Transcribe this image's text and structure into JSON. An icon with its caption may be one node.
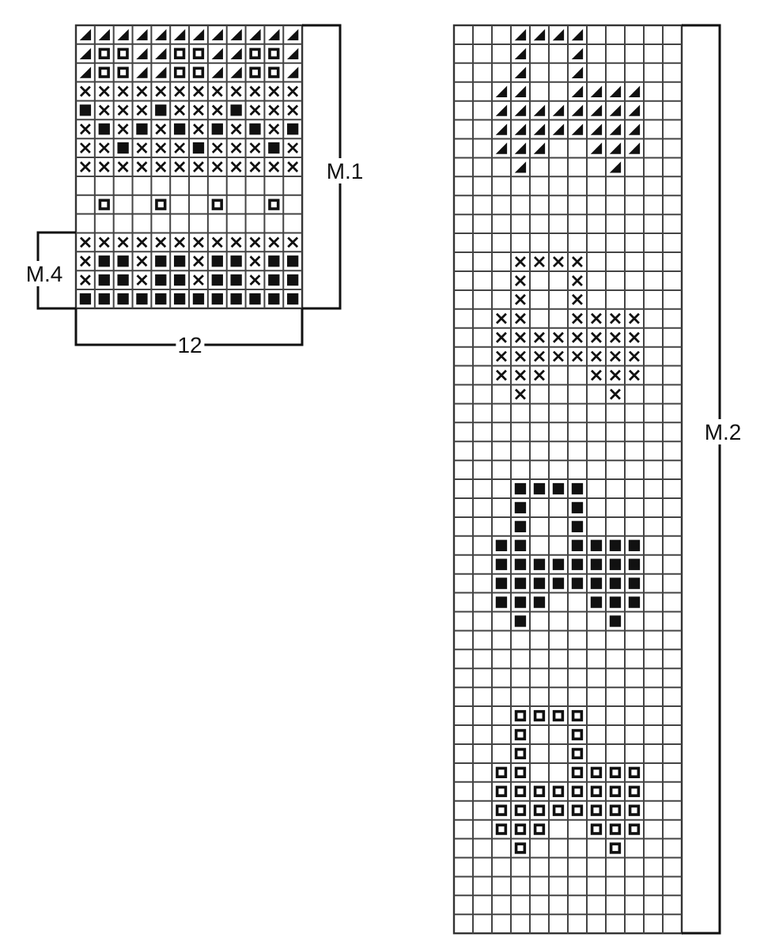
{
  "diagram": {
    "labels": [
      "M.1",
      "M.4",
      "12",
      "M.2"
    ]
  }
}
